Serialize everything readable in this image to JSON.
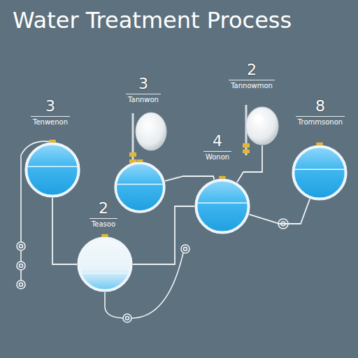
{
  "diagram": {
    "title": "Water Treatment Process",
    "nodes": [
      {
        "text": [
          "3",
          "Tenwenon"
        ]
      },
      {
        "text": [
          "3",
          "Tannwon"
        ]
      },
      {
        "text": [
          "2",
          "Tannowmon"
        ]
      },
      {
        "text": [
          "8",
          "Trommsonon"
        ]
      },
      {
        "text": [
          "4",
          "Wonon"
        ]
      },
      {
        "text": [
          "2",
          "Teasoo"
        ]
      }
    ],
    "edges": [
      {
        "from": 0,
        "to": 5,
        "arrow": "none"
      },
      {
        "from": 5,
        "to": 4,
        "arrow": "none"
      },
      {
        "from": 1,
        "to": 4,
        "arrow": "none"
      },
      {
        "from": 2,
        "to": 4,
        "arrow": "none"
      },
      {
        "from": 4,
        "to": 3,
        "arrow": "none"
      }
    ]
  }
}
